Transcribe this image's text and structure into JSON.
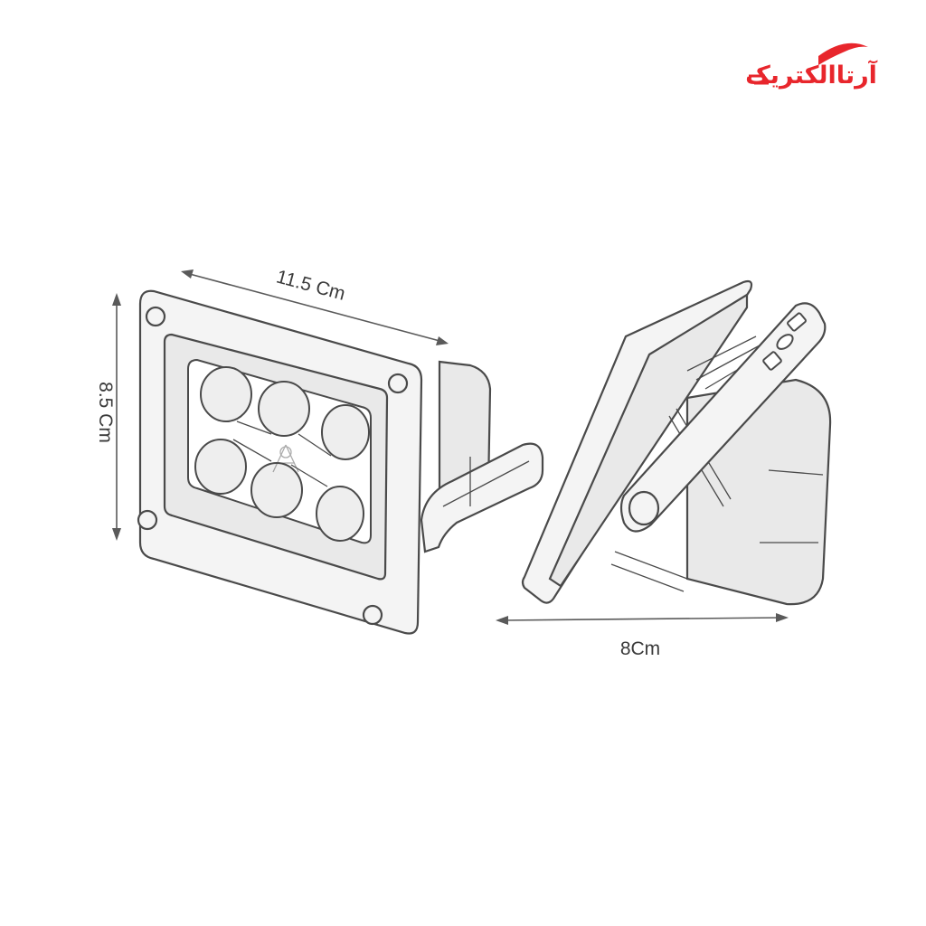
{
  "logo": {
    "text": "آرتاالکتریک",
    "color": "#e8262c"
  },
  "dimensions": {
    "width_label": "11.5 Cm",
    "height_label": "8.5 Cm",
    "depth_label": "8Cm"
  }
}
